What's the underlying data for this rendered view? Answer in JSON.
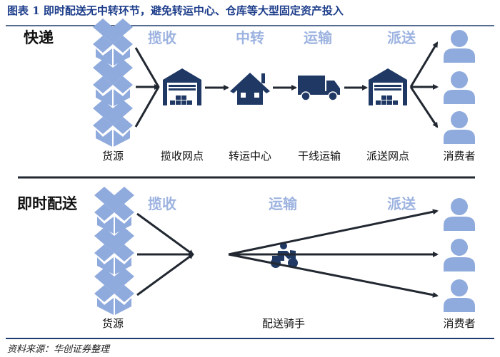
{
  "title": "图表 1 即时配送无中转环节，避免转运中心、仓库等大型固定资产投入",
  "express": {
    "section_label": "快递",
    "stages": [
      "揽收",
      "中转",
      "运输",
      "派送"
    ],
    "nodes": [
      "货源",
      "揽收网点",
      "转运中心",
      "干线运输",
      "派送网点",
      "消费者"
    ]
  },
  "instant": {
    "section_label": "即时配送",
    "stages": [
      "揽收",
      "运输",
      "派送"
    ],
    "nodes": [
      "货源",
      "配送骑手",
      "消费者"
    ]
  },
  "source": "资料来源：华创证券整理",
  "colors": {
    "title": "#1f3f8c",
    "icon_dark": "#1f3864",
    "icon_light": "#8faadc",
    "stage_text": "#9db3e0"
  }
}
